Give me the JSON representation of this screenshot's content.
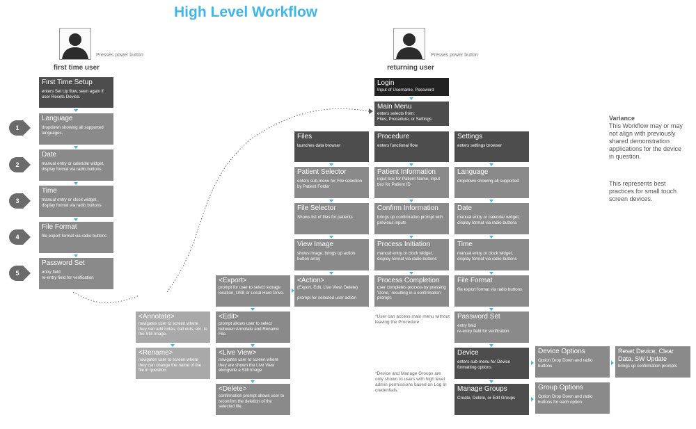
{
  "title": "High Level Workflow",
  "colors": {
    "accent": "#3fb6ea",
    "dark_box": "#4d4d4d",
    "light_box": "#8a8a8a",
    "lighter_box": "#a9a9a9"
  },
  "first_time_user": {
    "label": "first time user",
    "presses": "Presses power button",
    "steps": [
      {
        "title": "First Time Setup",
        "desc": "enters Set Up flow, seen again if user Resets Device."
      },
      {
        "title": "Language",
        "desc": "dropdown showing all supported languages."
      },
      {
        "title": "Date",
        "desc": "manual entry or calendar widget, display format via radio buttons"
      },
      {
        "title": "Time",
        "desc": "manual entry or clock widget, display format via radio buttons"
      },
      {
        "title": "File Format",
        "desc": "file export format via radio buttons"
      },
      {
        "title": "Password Set",
        "desc": "entry field\nre-entry field for verification"
      }
    ],
    "badges": [
      "1",
      "2",
      "3",
      "4",
      "5"
    ]
  },
  "returning_user": {
    "label": "returning user",
    "presses": "Presses power button",
    "login": {
      "title": "Login",
      "desc": "Input of Username, Password"
    },
    "main_menu": {
      "title": "Main Menu",
      "desc": "enters selects from:\nFiles, Procedure, or Settings"
    }
  },
  "files_column": [
    {
      "title": "Files",
      "desc": "launches data browser"
    },
    {
      "title": "Patient Selector",
      "desc": "enters sub-menu for File selection by Patient Folder"
    },
    {
      "title": "File Selector",
      "desc": "Shows list of files for patients"
    },
    {
      "title": "View Image",
      "desc": "shows image, brings up action button array"
    },
    {
      "title": "<Action>",
      "desc": "(Export, Edit, Live View, Delete)\n\nprompt for selected user action"
    }
  ],
  "procedure_column": [
    {
      "title": "Procedure",
      "desc": "enters functional flow"
    },
    {
      "title": "Patient Information",
      "desc": "input box for Patient Name, input box for Patient ID"
    },
    {
      "title": "Confirm Information",
      "desc": "brings up confirmation prompt with previous inputs"
    },
    {
      "title": "Process Initiation",
      "desc": "manual entry or clock widget, display format via radio buttons"
    },
    {
      "title": "Process Completion",
      "desc": "user completes process by pressing 'Done,' resulting in a confirmation prompt."
    }
  ],
  "settings_column": [
    {
      "title": "Settings",
      "desc": "enters settings browser"
    },
    {
      "title": "Language",
      "desc": "dropdown showing all supported"
    },
    {
      "title": "Date",
      "desc": "manual entry or calendar widget, display format via radio buttons"
    },
    {
      "title": "Time",
      "desc": "manual entry or clock widget, display format via radio buttons"
    },
    {
      "title": "File Format",
      "desc": "file export format via radio buttons"
    },
    {
      "title": "Password Set",
      "desc": "entry field\nre-entry field for verification"
    },
    {
      "title": "Device",
      "desc": "enters sub-menu for Device formatting options"
    },
    {
      "title": "Manage Groups",
      "desc": "Create, Delete, or Edit Groups"
    }
  ],
  "device_options": {
    "title": "Device Options",
    "desc": "Option Drop Down and radio buttons"
  },
  "reset_device": {
    "title": "Reset Device, Clear Data, SW Update",
    "desc": "brings up confirmation prompts"
  },
  "group_options": {
    "title": "Group Options",
    "desc": "Option Drop Down and radio buttons for each option"
  },
  "actions": [
    {
      "title": "<Export>",
      "desc": "prompt for user to select storage location, USB or Local Hard Drive."
    },
    {
      "title": "<Edit>",
      "desc": "prompt allows user to select between Annotate and Rename File."
    },
    {
      "title": "<Live View>",
      "desc": "navigates user to screen where they are shown the Live View alongside a Still Image"
    },
    {
      "title": "<Delete>",
      "desc": "confirmation prompt allows user to reconfirm the deletion of the selected file."
    }
  ],
  "edit_sub": [
    {
      "title": "<Annotate>",
      "desc": "navigates user to screen where they can add notes, call outs, etc. to the Still Image."
    },
    {
      "title": "<Rename>",
      "desc": "navigates user to screen where they can change the name of the file in question."
    }
  ],
  "notes": {
    "main_menu_access": "*User can access main menu without leaving the Procedure",
    "admin_groups": "*Device and Manage Groups are only shown to users with high level admin permissions based on Log In credentials."
  },
  "variance": {
    "title": "Variance",
    "text1": "This Workflow may or may not align with previously shared demonstration applications for the device in question.",
    "text2": "This represents best practices for small touch screen devices."
  }
}
